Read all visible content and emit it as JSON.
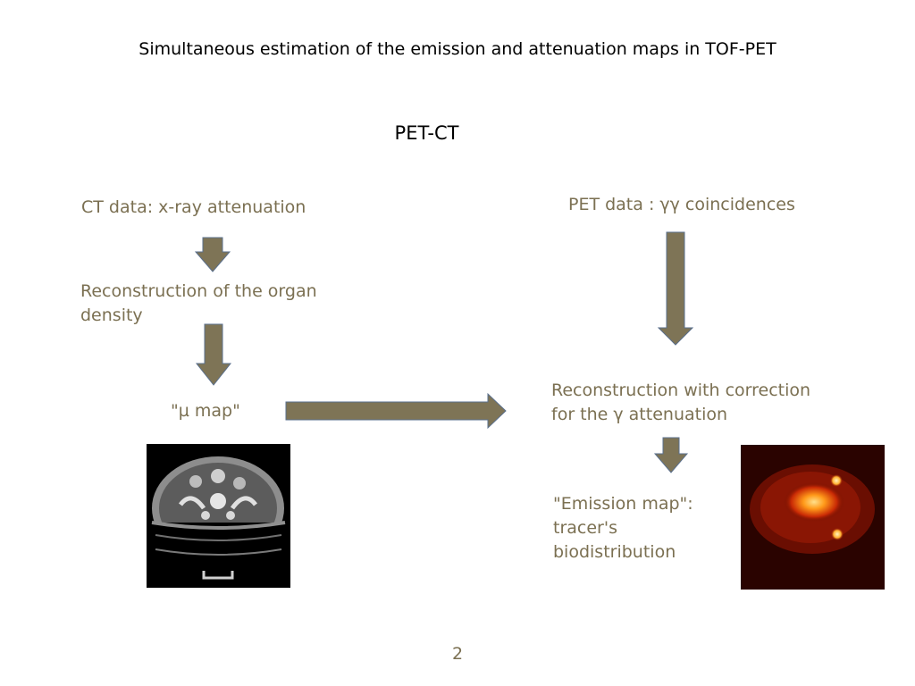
{
  "slide": {
    "title": "Simultaneous estimation of the emission and attenuation maps in TOF-PET",
    "subtitle": "PET-CT",
    "page_number": "2"
  },
  "left_flow": {
    "ct_data": "CT data: x-ray attenuation",
    "reconstruction_line1": "Reconstruction of the organ",
    "reconstruction_line2": "density",
    "mu_map": "\"µ map\""
  },
  "right_flow": {
    "pet_data": "PET data : γγ coincidences",
    "correction_line1": "Reconstruction with correction",
    "correction_line2": "for the γ attenuation",
    "emission_line1": "\"Emission map\":",
    "emission_line2": "tracer's",
    "emission_line3": "biodistribution"
  },
  "colors": {
    "text": "#7b7052",
    "arrow_fill": "#7e7456",
    "arrow_stroke": "#5a6f8c"
  },
  "images": {
    "ct_scan": "ct-scan-image",
    "pet_scan": "pet-emission-image"
  }
}
